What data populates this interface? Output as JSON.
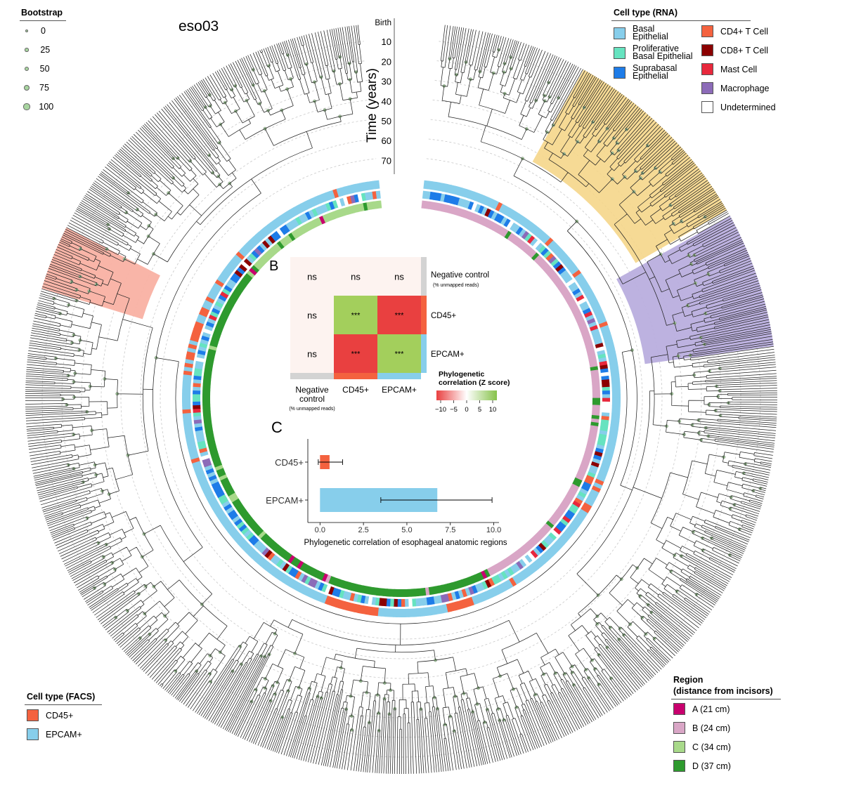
{
  "sample_title": "eso03",
  "bootstrap_legend": {
    "title": "Bootstrap",
    "values": [
      "0",
      "25",
      "50",
      "75",
      "100"
    ]
  },
  "rna_legend": {
    "title": "Cell type (RNA)",
    "items": [
      {
        "label": "Basal\nEpithelial",
        "color": "#87ceeb"
      },
      {
        "label": "Proliferative\nBasal Epithelial",
        "color": "#66e3c0"
      },
      {
        "label": "Suprabasal\nEpithelial",
        "color": "#1e7ce8"
      },
      {
        "label": "CD4+ T Cell",
        "color": "#f4623f"
      },
      {
        "label": "CD8+ T Cell",
        "color": "#8b0000"
      },
      {
        "label": "Mast Cell",
        "color": "#e8283c"
      },
      {
        "label": "Macrophage",
        "color": "#8c6bb8"
      },
      {
        "label": "Undetermined",
        "color": "#ffffff"
      }
    ]
  },
  "facs_legend": {
    "title": "Cell type (FACS)",
    "items": [
      {
        "label": "CD45+",
        "color": "#f4623f"
      },
      {
        "label": "EPCAM+",
        "color": "#87ceeb"
      }
    ]
  },
  "region_legend": {
    "title_line1": "Region",
    "title_line2": "(distance from incisors)",
    "items": [
      {
        "label": "A (21 cm)",
        "color": "#c8006e"
      },
      {
        "label": "B (24 cm)",
        "color": "#d9a6c6"
      },
      {
        "label": "C (34 cm)",
        "color": "#a8d98a"
      },
      {
        "label": "D (37 cm)",
        "color": "#2e9a2e"
      }
    ]
  },
  "time_axis": {
    "label": "Time (years)",
    "ticks": [
      "Birth",
      "10",
      "20",
      "30",
      "40",
      "50",
      "60",
      "70"
    ]
  },
  "panel_b": {
    "letter": "B",
    "rows": [
      "Negative control",
      "CD45+",
      "EPCAM+"
    ],
    "row_sublabel": "(% unmapped reads)",
    "cols": [
      "Negative\ncontrol",
      "CD45+",
      "EPCAM+"
    ],
    "col_sublabel": "(% unmapped reads)",
    "cells": [
      [
        "ns",
        "ns",
        "ns"
      ],
      [
        "ns",
        "***",
        "***"
      ],
      [
        "ns",
        "***",
        "***"
      ]
    ],
    "cell_colors": [
      [
        "#fdf3f0",
        "#fdf3f0",
        "#fdf3f0"
      ],
      [
        "#fdf3f0",
        "#a3cf5c",
        "#e94040"
      ],
      [
        "#fdf3f0",
        "#e94040",
        "#a3cf5c"
      ]
    ],
    "row_bar_colors": [
      "#d3d3d3",
      "#f4623f",
      "#87ceeb"
    ],
    "col_bar_colors": [
      "#d3d3d3",
      "#f4623f",
      "#87ceeb"
    ],
    "colorbar": {
      "title_line1": "Phylogenetic",
      "title_line2": "correlation (Z score)",
      "ticks": [
        "−10",
        "−5",
        "0",
        "5",
        "10"
      ]
    }
  },
  "panel_c": {
    "letter": "C",
    "xlabel": "Phylogenetic correlation of esophageal anatomic regions",
    "xticks": [
      "0.0",
      "2.5",
      "5.0",
      "7.5",
      "10.0"
    ]
  },
  "chart_data": {
    "type": "bar",
    "categories": [
      "CD45+",
      "EPCAM+"
    ],
    "values": [
      0.55,
      6.75
    ],
    "error_low": [
      -0.1,
      3.5
    ],
    "error_high": [
      1.3,
      9.9
    ],
    "colors": [
      "#f4623f",
      "#87ceeb"
    ],
    "xlabel": "Phylogenetic correlation of esophageal anatomic regions",
    "xlim": [
      -0.7,
      10.3
    ],
    "orientation": "horizontal"
  }
}
